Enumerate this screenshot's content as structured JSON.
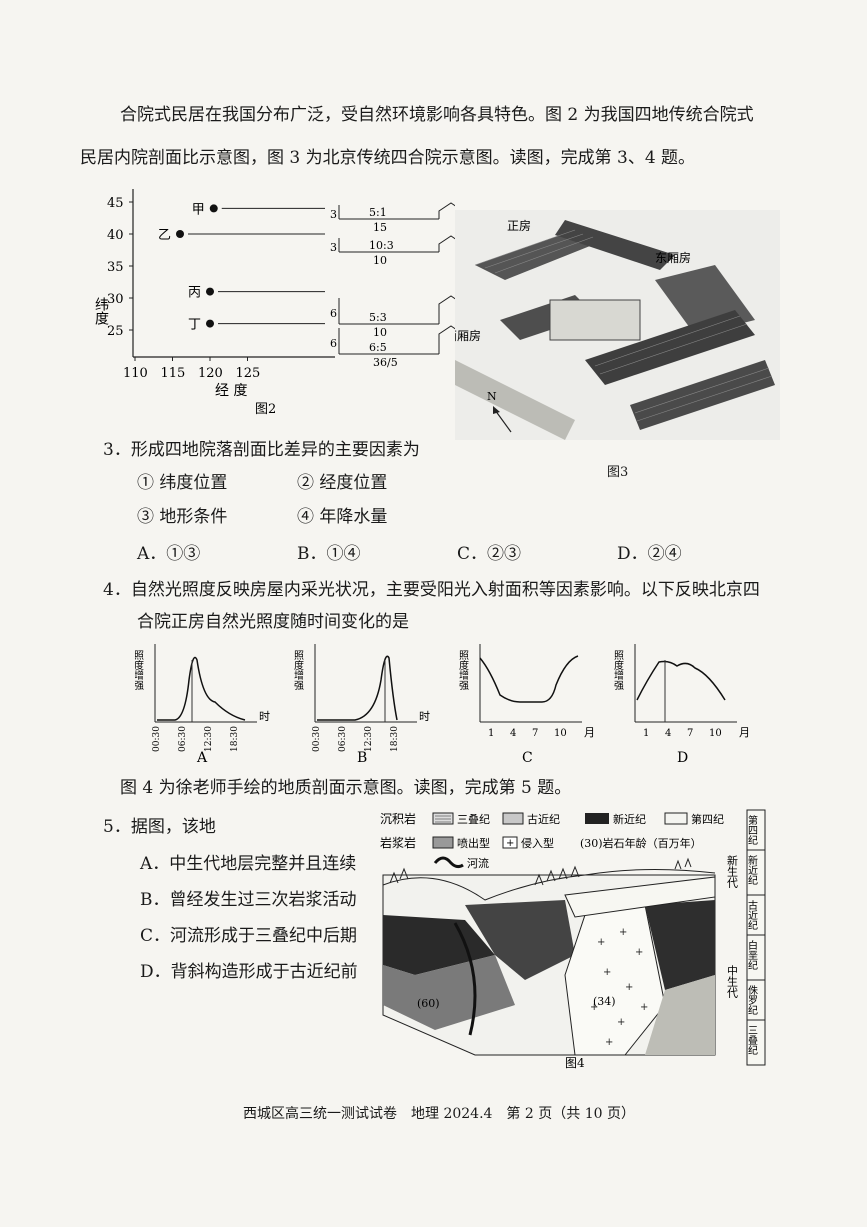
{
  "intro": {
    "line1": "合院式民居在我国分布广泛，受自然环境影响各具特色。图 2 为我国四地传统合院式",
    "line2": "民居内院剖面比示意图，图 3 为北京传统四合院示意图。读图，完成第 3、4 题。"
  },
  "fig2": {
    "caption": "图2",
    "ylabel": "纬度",
    "xlabel": "经 度",
    "yticks": [
      "45",
      "40",
      "35",
      "30",
      "25"
    ],
    "xticks": [
      "110",
      "115",
      "120",
      "125"
    ],
    "points": [
      {
        "name": "甲",
        "ratio": "5:1",
        "height": "3",
        "width": "15",
        "lon": 120.5,
        "lat": 44
      },
      {
        "name": "乙",
        "ratio": "10:3",
        "height": "3",
        "width": "10",
        "lon": 116,
        "lat": 40
      },
      {
        "name": "丙",
        "ratio": "5:3",
        "height": "6",
        "width": "10",
        "lon": 120,
        "lat": 31
      },
      {
        "name": "丁",
        "ratio": "6:5",
        "height": "6",
        "width": "36/5",
        "lon": 120,
        "lat": 26
      }
    ]
  },
  "fig3": {
    "caption": "图3",
    "labels": {
      "main": "正房",
      "east": "东厢房",
      "west": "西厢房",
      "north": "N"
    }
  },
  "q3": {
    "stem": "3．形成四地院落剖面比差异的主要因素为",
    "items": [
      "① 纬度位置",
      "② 经度位置",
      "③ 地形条件",
      "④ 年降水量"
    ],
    "options": [
      "A．①③",
      "B．①④",
      "C．②③",
      "D．②④"
    ]
  },
  "q4": {
    "stem1": "4．自然光照度反映房屋内采光状况，主要受阳光入射面积等因素影响。以下反映北京四",
    "stem2": "合院正房自然光照度随时间变化的是",
    "ylabel": "照度增强",
    "chartA": {
      "label": "A",
      "unit": "时",
      "ticks": [
        "00:30",
        "06:30",
        "12:30",
        "18:30"
      ]
    },
    "chartB": {
      "label": "B",
      "unit": "时",
      "ticks": [
        "00:30",
        "06:30",
        "12:30",
        "18:30"
      ]
    },
    "chartC": {
      "label": "C",
      "unit": "月",
      "ticks": [
        "1",
        "4",
        "7",
        "10"
      ]
    },
    "chartD": {
      "label": "D",
      "unit": "月",
      "ticks": [
        "1",
        "4",
        "7",
        "10"
      ]
    }
  },
  "fig4intro": "图 4 为徐老师手绘的地质剖面示意图。读图，完成第 5 题。",
  "q5": {
    "stem": "5．据图，该地",
    "options": [
      "A．中生代地层完整并且连续",
      "B．曾经发生过三次岩浆活动",
      "C．河流形成于三叠纪中后期",
      "D．背斜构造形成于古近纪前"
    ]
  },
  "fig4": {
    "caption": "图4",
    "legend": {
      "sed": "沉积岩",
      "mag": "岩浆岩",
      "triassic": "三叠纪",
      "paleogene": "古近纪",
      "neogene": "新近纪",
      "quaternary": "第四纪",
      "extrusive": "喷出型",
      "intrusive": "侵入型",
      "age": "(30)岩石年龄（百万年）",
      "river": "河流"
    },
    "ages": [
      "(60)",
      "(34)"
    ],
    "strat_col": [
      "第四纪",
      "新近纪",
      "古近纪",
      "白垩纪",
      "侏罗纪",
      "三叠纪"
    ],
    "eras": [
      "新生代",
      "中生代"
    ]
  },
  "footer": "西城区高三统一测试试卷　地理 2024.4　第 2 页（共 10 页）"
}
